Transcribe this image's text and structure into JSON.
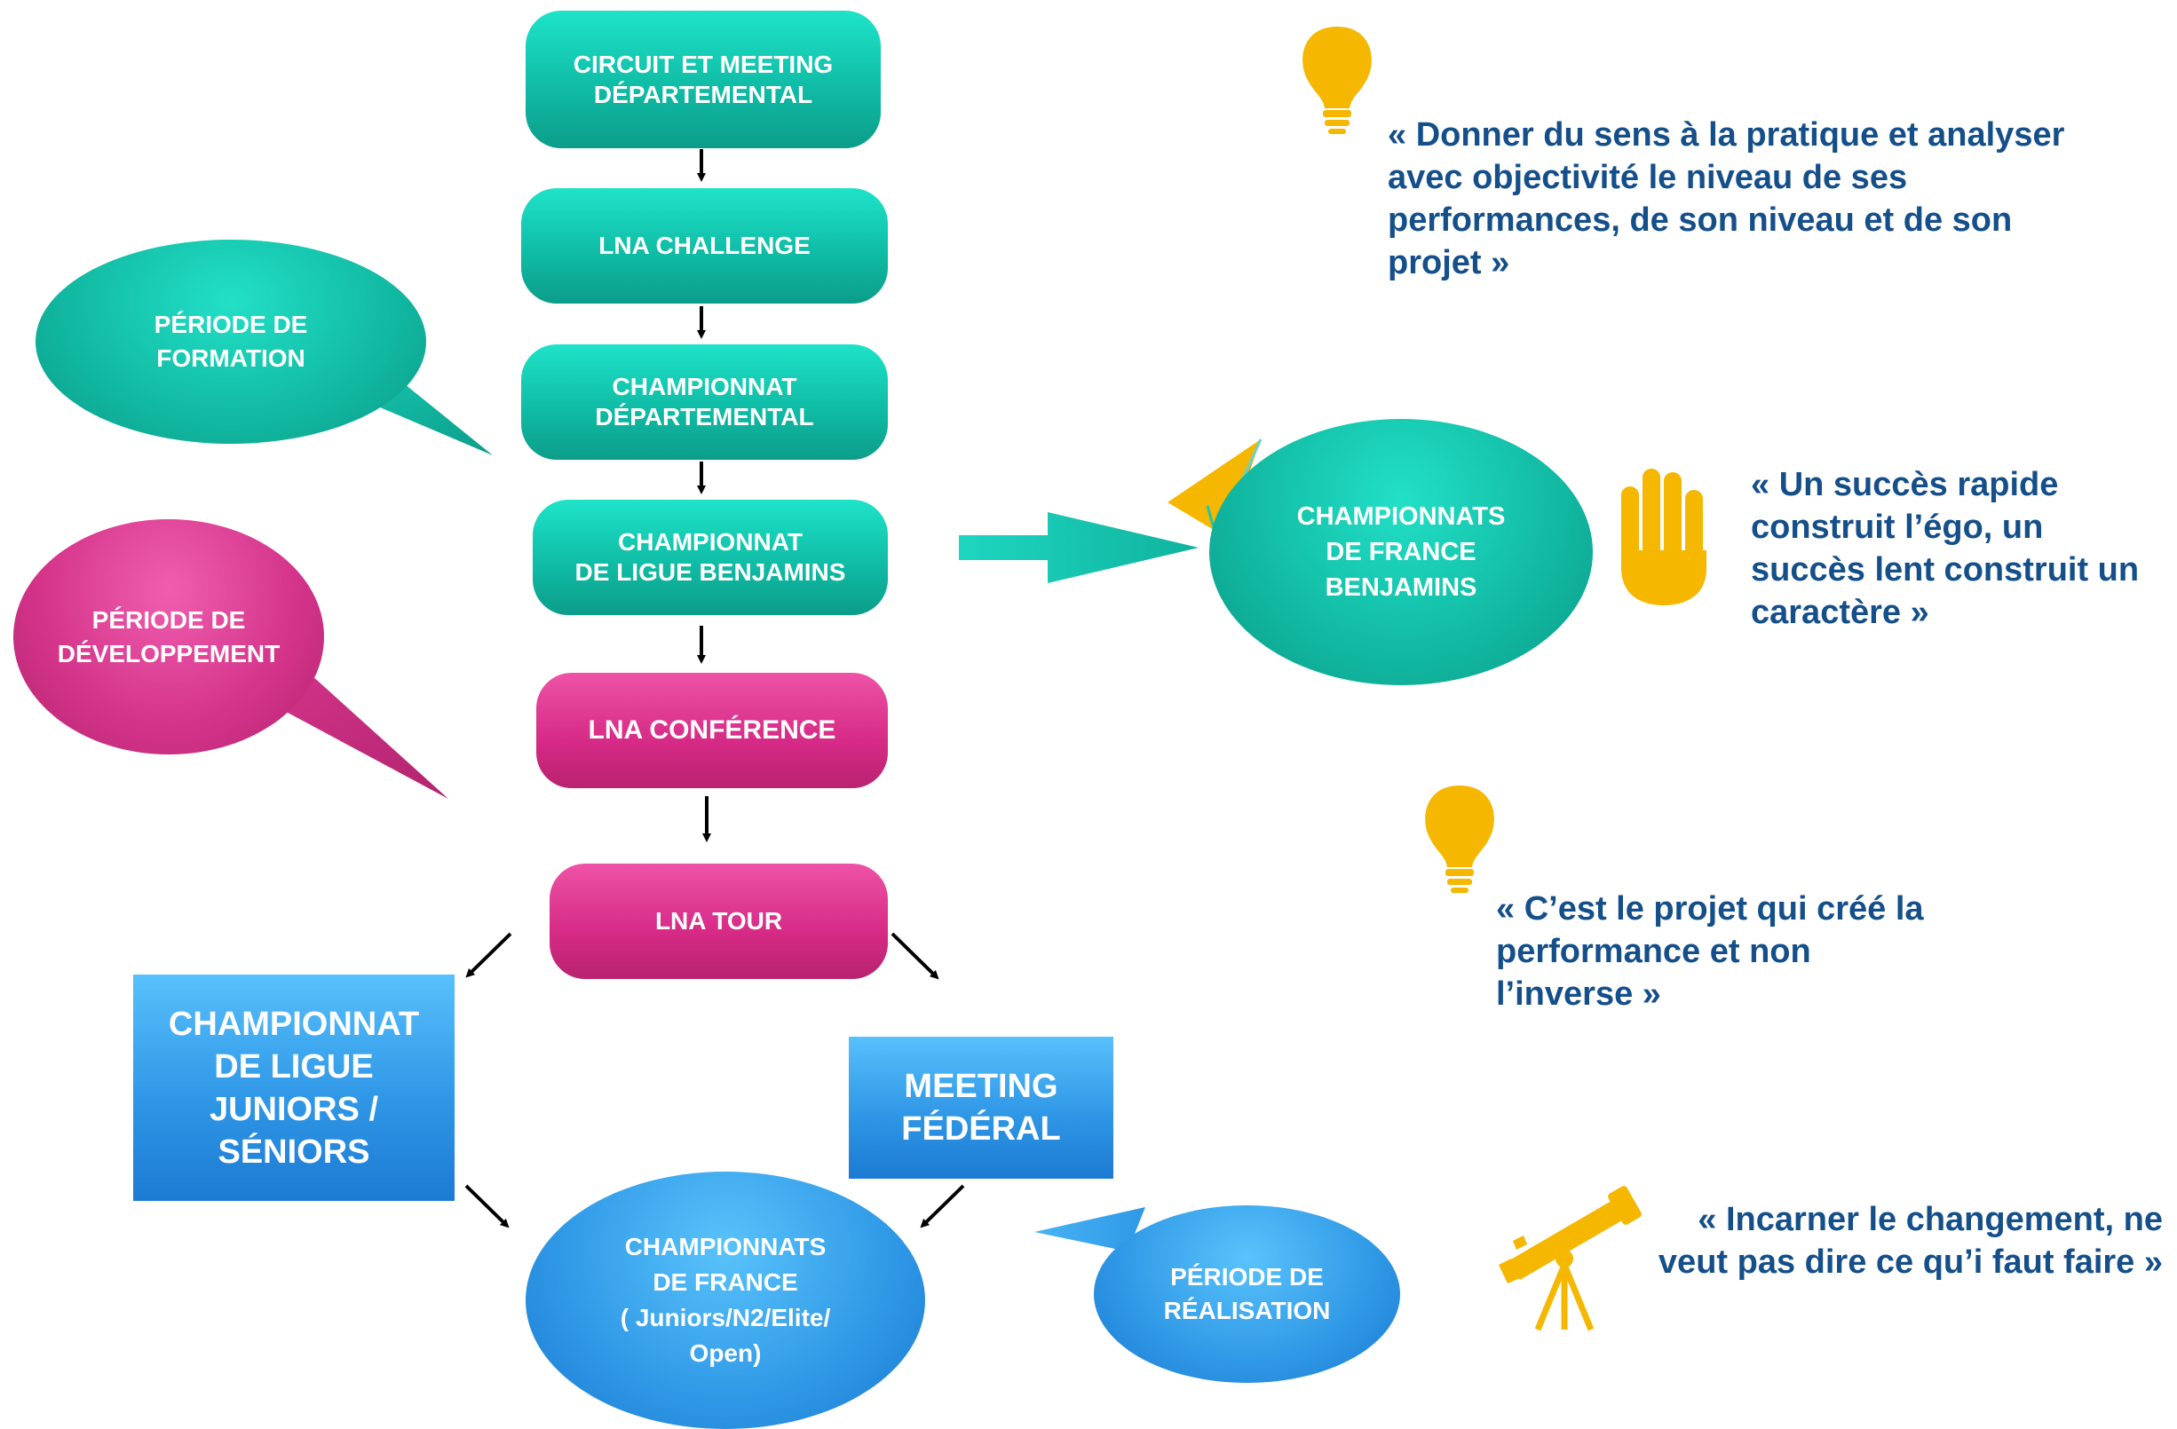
{
  "boxes": {
    "circuit": "CIRCUIT ET MEETING\nDÉPARTEMENTAL",
    "lna_challenge": "LNA CHALLENGE",
    "champ_dep": "CHAMPIONNAT\nDÉPARTEMENTAL",
    "champ_ligue_benj": "CHAMPIONNAT\nDE LIGUE BENJAMINS",
    "lna_conference": "LNA CONFÉRENCE",
    "lna_tour": "LNA TOUR",
    "champ_ligue_jun": "CHAMPIONNAT\nDE LIGUE\nJUNIORS /\nSÉNIORS",
    "meeting_federal": "MEETING\nFÉDÉRAL"
  },
  "ellipses": {
    "france_benjamins": "CHAMPIONNATS\nDE FRANCE\nBENJAMINS",
    "france_juniors": "CHAMPIONNATS\nDE FRANCE\n( Juniors/N2/Elite/\nOpen)"
  },
  "bubbles": {
    "formation": "PÉRIODE DE\nFORMATION",
    "developpement": "PÉRIODE DE\nDÉVELOPPEMENT",
    "realisation": "PÉRIODE DE\nRÉALISATION"
  },
  "quotes": {
    "q1": "« Donner du sens à la pratique et analyser\navec objectivité le niveau de ses\nperformances, de son niveau et de son\nprojet »",
    "q2": "« Un succès rapide\nconstruit l’égo, un\nsuccès lent construit un\ncaractère »",
    "q3": "« C’est le projet qui créé la\nperformance et non\nl’inverse »",
    "q4": "« Incarner le changement, ne\nveut pas dire ce qu’i faut faire »"
  },
  "icons": {
    "bulb1": "lightbulb-icon",
    "bulb2": "lightbulb-icon",
    "hand": "hand-icon",
    "plane": "paper-plane-icon",
    "telescope": "telescope-icon"
  },
  "colors": {
    "teal": "#13c3ab",
    "pink": "#d62a86",
    "blue": "#2f97e6",
    "quote_text": "#154f8a",
    "icon_yellow": "#f5b700"
  }
}
